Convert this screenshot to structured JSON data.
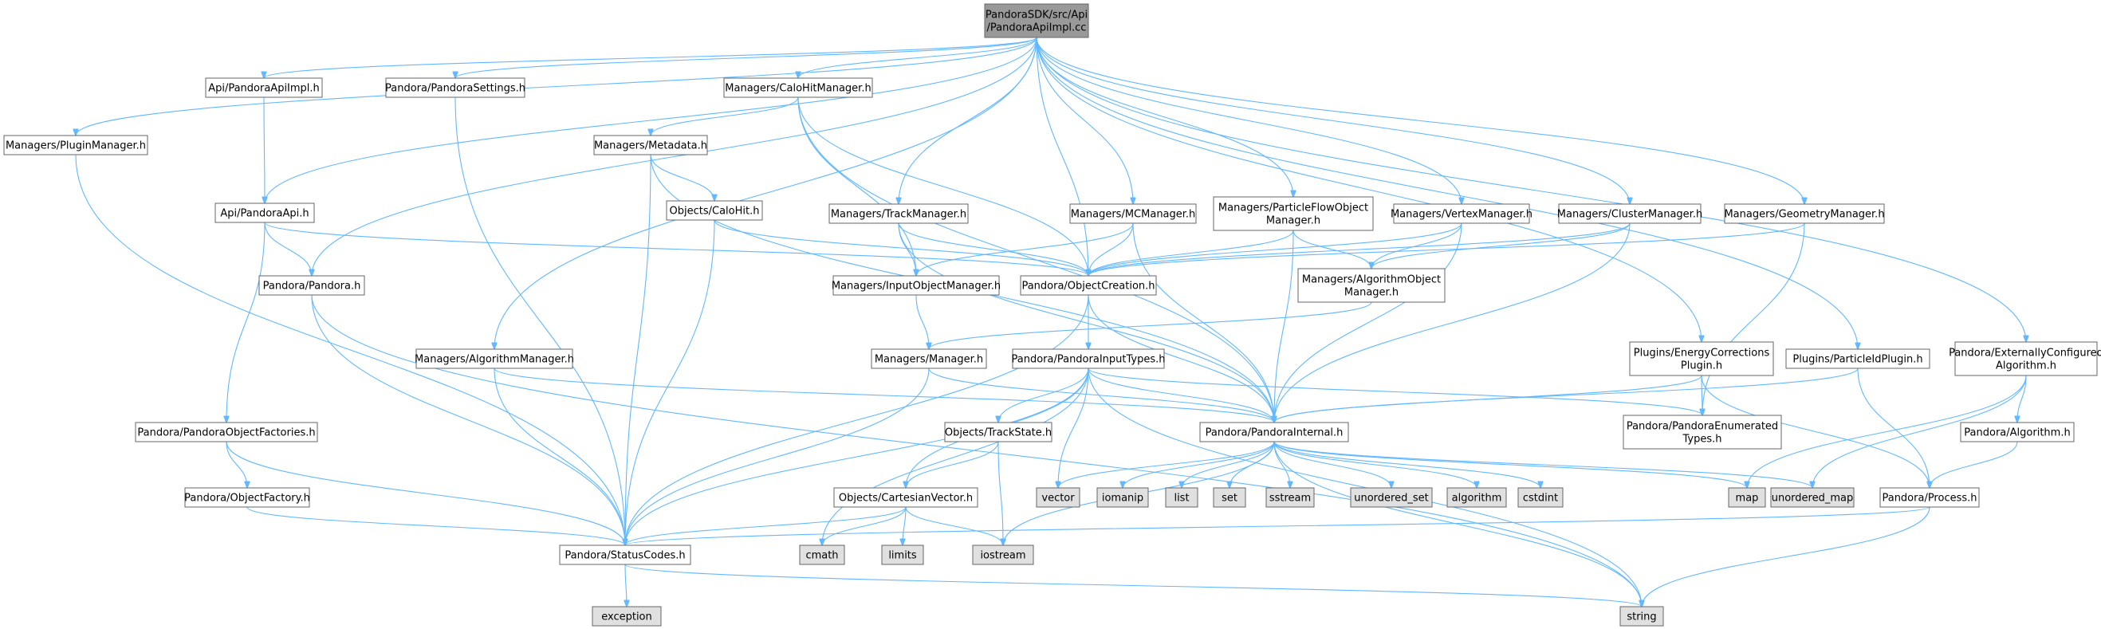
{
  "colors": {
    "root_fill": "#999999",
    "file_fill": "#ffffff",
    "system_fill": "#e0e0e0",
    "border": "#666666",
    "edge": "#63b8ff"
  },
  "nodes": [
    {
      "id": "root",
      "lines": [
        "PandoraSDK/src/Api",
        "/PandoraApiImpl.cc"
      ],
      "kind": "root"
    },
    {
      "id": "plugin_mgr",
      "lines": [
        "Managers/PluginManager.h"
      ],
      "kind": "file"
    },
    {
      "id": "apiimpl_h",
      "lines": [
        "Api/PandoraApiImpl.h"
      ],
      "kind": "file"
    },
    {
      "id": "settings",
      "lines": [
        "Pandora/PandoraSettings.h"
      ],
      "kind": "file"
    },
    {
      "id": "calohit_mgr",
      "lines": [
        "Managers/CaloHitManager.h"
      ],
      "kind": "file"
    },
    {
      "id": "metadata",
      "lines": [
        "Managers/Metadata.h"
      ],
      "kind": "file"
    },
    {
      "id": "calohit",
      "lines": [
        "Objects/CaloHit.h"
      ],
      "kind": "file"
    },
    {
      "id": "api_h",
      "lines": [
        "Api/PandoraApi.h"
      ],
      "kind": "file"
    },
    {
      "id": "pandora_h",
      "lines": [
        "Pandora/Pandora.h"
      ],
      "kind": "file"
    },
    {
      "id": "track_mgr",
      "lines": [
        "Managers/TrackManager.h"
      ],
      "kind": "file"
    },
    {
      "id": "mc_mgr",
      "lines": [
        "Managers/MCManager.h"
      ],
      "kind": "file"
    },
    {
      "id": "pfo_mgr",
      "lines": [
        "Managers/ParticleFlowObject",
        "Manager.h"
      ],
      "kind": "file"
    },
    {
      "id": "vertex_mgr",
      "lines": [
        "Managers/VertexManager.h"
      ],
      "kind": "file"
    },
    {
      "id": "cluster_mgr",
      "lines": [
        "Managers/ClusterManager.h"
      ],
      "kind": "file"
    },
    {
      "id": "geometry_mgr",
      "lines": [
        "Managers/GeometryManager.h"
      ],
      "kind": "file"
    },
    {
      "id": "input_obj_mgr",
      "lines": [
        "Managers/InputObjectManager.h"
      ],
      "kind": "file"
    },
    {
      "id": "obj_creation",
      "lines": [
        "Pandora/ObjectCreation.h"
      ],
      "kind": "file"
    },
    {
      "id": "alg_obj_mgr",
      "lines": [
        "Managers/AlgorithmObject",
        "Manager.h"
      ],
      "kind": "file"
    },
    {
      "id": "manager_h",
      "lines": [
        "Managers/Manager.h"
      ],
      "kind": "file"
    },
    {
      "id": "input_types",
      "lines": [
        "Pandora/PandoraInputTypes.h"
      ],
      "kind": "file"
    },
    {
      "id": "alg_mgr",
      "lines": [
        "Managers/AlgorithmManager.h"
      ],
      "kind": "file"
    },
    {
      "id": "energy_corr",
      "lines": [
        "Plugins/EnergyCorrections",
        "Plugin.h"
      ],
      "kind": "file"
    },
    {
      "id": "pid_plugin",
      "lines": [
        "Plugins/ParticleIdPlugin.h"
      ],
      "kind": "file"
    },
    {
      "id": "ext_alg",
      "lines": [
        "Pandora/ExternallyConfigured",
        "Algorithm.h"
      ],
      "kind": "file"
    },
    {
      "id": "obj_factories",
      "lines": [
        "Pandora/PandoraObjectFactories.h"
      ],
      "kind": "file"
    },
    {
      "id": "internal_h",
      "lines": [
        "Pandora/PandoraInternal.h"
      ],
      "kind": "file"
    },
    {
      "id": "enum_types",
      "lines": [
        "Pandora/PandoraEnumerated",
        "Types.h"
      ],
      "kind": "file"
    },
    {
      "id": "algorithm_h",
      "lines": [
        "Pandora/Algorithm.h"
      ],
      "kind": "file"
    },
    {
      "id": "track_state",
      "lines": [
        "Objects/TrackState.h"
      ],
      "kind": "file"
    },
    {
      "id": "obj_factory",
      "lines": [
        "Pandora/ObjectFactory.h"
      ],
      "kind": "file"
    },
    {
      "id": "cart_vector",
      "lines": [
        "Objects/CartesianVector.h"
      ],
      "kind": "file"
    },
    {
      "id": "process_h",
      "lines": [
        "Pandora/Process.h"
      ],
      "kind": "file"
    },
    {
      "id": "vector",
      "lines": [
        "vector"
      ],
      "kind": "system"
    },
    {
      "id": "iomanip",
      "lines": [
        "iomanip"
      ],
      "kind": "system"
    },
    {
      "id": "list",
      "lines": [
        "list"
      ],
      "kind": "system"
    },
    {
      "id": "set",
      "lines": [
        "set"
      ],
      "kind": "system"
    },
    {
      "id": "sstream",
      "lines": [
        "sstream"
      ],
      "kind": "system"
    },
    {
      "id": "unordered_set",
      "lines": [
        "unordered_set"
      ],
      "kind": "system"
    },
    {
      "id": "algorithm",
      "lines": [
        "algorithm"
      ],
      "kind": "system"
    },
    {
      "id": "cstdint",
      "lines": [
        "cstdint"
      ],
      "kind": "system"
    },
    {
      "id": "map",
      "lines": [
        "map"
      ],
      "kind": "system"
    },
    {
      "id": "unordered_map",
      "lines": [
        "unordered_map"
      ],
      "kind": "system"
    },
    {
      "id": "cmath",
      "lines": [
        "cmath"
      ],
      "kind": "system"
    },
    {
      "id": "limits",
      "lines": [
        "limits"
      ],
      "kind": "system"
    },
    {
      "id": "iostream",
      "lines": [
        "iostream"
      ],
      "kind": "system"
    },
    {
      "id": "status_codes",
      "lines": [
        "Pandora/StatusCodes.h"
      ],
      "kind": "file"
    },
    {
      "id": "exception",
      "lines": [
        "exception"
      ],
      "kind": "system"
    },
    {
      "id": "string",
      "lines": [
        "string"
      ],
      "kind": "system"
    }
  ],
  "edges": [
    [
      "root",
      "plugin_mgr"
    ],
    [
      "root",
      "apiimpl_h"
    ],
    [
      "root",
      "settings"
    ],
    [
      "root",
      "calohit_mgr"
    ],
    [
      "root",
      "api_h"
    ],
    [
      "root",
      "pandora_h"
    ],
    [
      "root",
      "track_mgr"
    ],
    [
      "root",
      "mc_mgr"
    ],
    [
      "root",
      "pfo_mgr"
    ],
    [
      "root",
      "vertex_mgr"
    ],
    [
      "root",
      "cluster_mgr"
    ],
    [
      "root",
      "geometry_mgr"
    ],
    [
      "root",
      "obj_creation"
    ],
    [
      "root",
      "alg_mgr"
    ],
    [
      "root",
      "energy_corr"
    ],
    [
      "root",
      "pid_plugin"
    ],
    [
      "root",
      "ext_alg"
    ],
    [
      "plugin_mgr",
      "status_codes"
    ],
    [
      "apiimpl_h",
      "api_h"
    ],
    [
      "settings",
      "status_codes"
    ],
    [
      "calohit_mgr",
      "metadata"
    ],
    [
      "calohit_mgr",
      "input_obj_mgr"
    ],
    [
      "calohit_mgr",
      "obj_creation"
    ],
    [
      "calohit_mgr",
      "internal_h"
    ],
    [
      "metadata",
      "calohit"
    ],
    [
      "metadata",
      "internal_h"
    ],
    [
      "metadata",
      "status_codes"
    ],
    [
      "calohit",
      "obj_creation"
    ],
    [
      "calohit",
      "status_codes"
    ],
    [
      "api_h",
      "pandora_h"
    ],
    [
      "api_h",
      "obj_creation"
    ],
    [
      "api_h",
      "obj_factories"
    ],
    [
      "pandora_h",
      "status_codes"
    ],
    [
      "pandora_h",
      "string"
    ],
    [
      "track_mgr",
      "input_obj_mgr"
    ],
    [
      "track_mgr",
      "obj_creation"
    ],
    [
      "track_mgr",
      "internal_h"
    ],
    [
      "mc_mgr",
      "input_obj_mgr"
    ],
    [
      "mc_mgr",
      "obj_creation"
    ],
    [
      "mc_mgr",
      "internal_h"
    ],
    [
      "pfo_mgr",
      "obj_creation"
    ],
    [
      "pfo_mgr",
      "alg_obj_mgr"
    ],
    [
      "pfo_mgr",
      "internal_h"
    ],
    [
      "vertex_mgr",
      "obj_creation"
    ],
    [
      "vertex_mgr",
      "alg_obj_mgr"
    ],
    [
      "vertex_mgr",
      "internal_h"
    ],
    [
      "cluster_mgr",
      "obj_creation"
    ],
    [
      "cluster_mgr",
      "alg_obj_mgr"
    ],
    [
      "cluster_mgr",
      "internal_h"
    ],
    [
      "geometry_mgr",
      "obj_creation"
    ],
    [
      "geometry_mgr",
      "enum_types"
    ],
    [
      "input_obj_mgr",
      "manager_h"
    ],
    [
      "obj_creation",
      "input_types"
    ],
    [
      "obj_creation",
      "internal_h"
    ],
    [
      "obj_creation",
      "status_codes"
    ],
    [
      "alg_obj_mgr",
      "manager_h"
    ],
    [
      "manager_h",
      "internal_h"
    ],
    [
      "manager_h",
      "status_codes"
    ],
    [
      "input_types",
      "internal_h"
    ],
    [
      "input_types",
      "enum_types"
    ],
    [
      "input_types",
      "track_state"
    ],
    [
      "input_types",
      "cart_vector"
    ],
    [
      "input_types",
      "status_codes"
    ],
    [
      "input_types",
      "vector"
    ],
    [
      "input_types",
      "cmath"
    ],
    [
      "input_types",
      "string"
    ],
    [
      "alg_mgr",
      "internal_h"
    ],
    [
      "alg_mgr",
      "status_codes"
    ],
    [
      "energy_corr",
      "internal_h"
    ],
    [
      "energy_corr",
      "enum_types"
    ],
    [
      "energy_corr",
      "process_h"
    ],
    [
      "pid_plugin",
      "internal_h"
    ],
    [
      "pid_plugin",
      "process_h"
    ],
    [
      "ext_alg",
      "algorithm_h"
    ],
    [
      "ext_alg",
      "map"
    ],
    [
      "ext_alg",
      "unordered_map"
    ],
    [
      "obj_factories",
      "obj_factory"
    ],
    [
      "obj_factories",
      "status_codes"
    ],
    [
      "obj_factory",
      "status_codes"
    ],
    [
      "internal_h",
      "vector"
    ],
    [
      "internal_h",
      "iomanip"
    ],
    [
      "internal_h",
      "list"
    ],
    [
      "internal_h",
      "set"
    ],
    [
      "internal_h",
      "sstream"
    ],
    [
      "internal_h",
      "unordered_set"
    ],
    [
      "internal_h",
      "algorithm"
    ],
    [
      "internal_h",
      "cstdint"
    ],
    [
      "internal_h",
      "map"
    ],
    [
      "internal_h",
      "unordered_map"
    ],
    [
      "internal_h",
      "string"
    ],
    [
      "internal_h",
      "iostream"
    ],
    [
      "algorithm_h",
      "process_h"
    ],
    [
      "track_state",
      "cart_vector"
    ],
    [
      "track_state",
      "iostream"
    ],
    [
      "cart_vector",
      "cmath"
    ],
    [
      "cart_vector",
      "limits"
    ],
    [
      "cart_vector",
      "iostream"
    ],
    [
      "cart_vector",
      "status_codes"
    ],
    [
      "process_h",
      "status_codes"
    ],
    [
      "process_h",
      "string"
    ],
    [
      "status_codes",
      "exception"
    ],
    [
      "status_codes",
      "string"
    ]
  ]
}
